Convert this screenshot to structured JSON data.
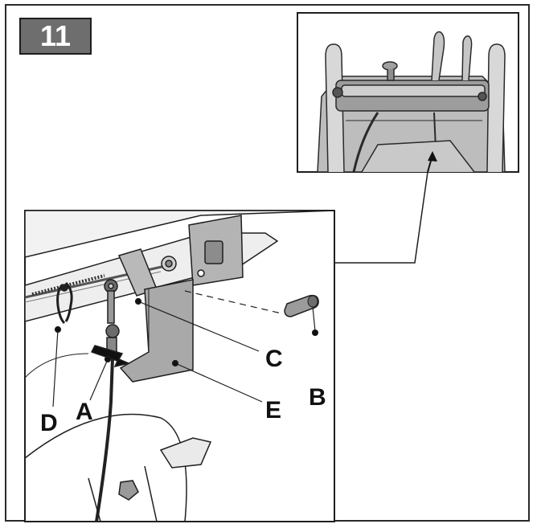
{
  "step": {
    "number": "11"
  },
  "callouts": {
    "A": "A",
    "B": "B",
    "C": "C",
    "D": "D",
    "E": "E"
  },
  "colors": {
    "badge": "#6e6e6e",
    "stroke": "#1f1f1f",
    "metal": "#a9a9a9",
    "inset_bg": "#e2e2e2"
  }
}
